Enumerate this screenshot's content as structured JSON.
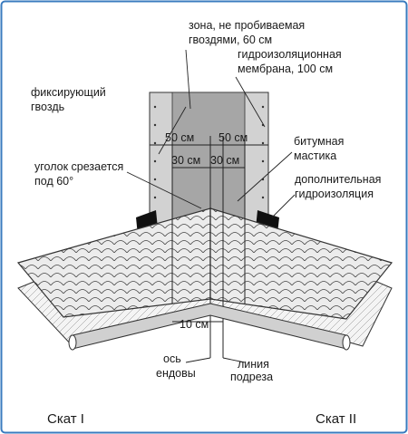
{
  "labels": {
    "zone_line1": "зона, не пробиваемая",
    "zone_line2": "гвоздями, 60 см",
    "membrane_line1": "гидроизоляционная",
    "membrane_line2": "мембрана, 100 см",
    "nail_line1": "фиксирующий",
    "nail_line2": "гвоздь",
    "bitumen_line1": "битумная",
    "bitumen_line2": "мастика",
    "corner_line1": "уголок срезается",
    "corner_line2": "под 60°",
    "extra_line1": "дополнительная",
    "extra_line2": "гидроизоляция",
    "axis_line1": "ось",
    "axis_line2": "ендовы",
    "cutline_line1": "линия",
    "cutline_line2": "подреза"
  },
  "dimensions": {
    "left_50": "50 см",
    "right_50": "50 см",
    "left_30": "30 см",
    "right_30": "30 см",
    "gap_10": "10 см"
  },
  "slopes": {
    "left": "Скат I",
    "right": "Скат II"
  },
  "colors": {
    "frame_border": "#3a7bbf",
    "membrane_fill": "#c8c8c8",
    "zone_fill": "#a9a9a9",
    "shingle_fill": "#e6e6e6",
    "line": "#222222"
  }
}
